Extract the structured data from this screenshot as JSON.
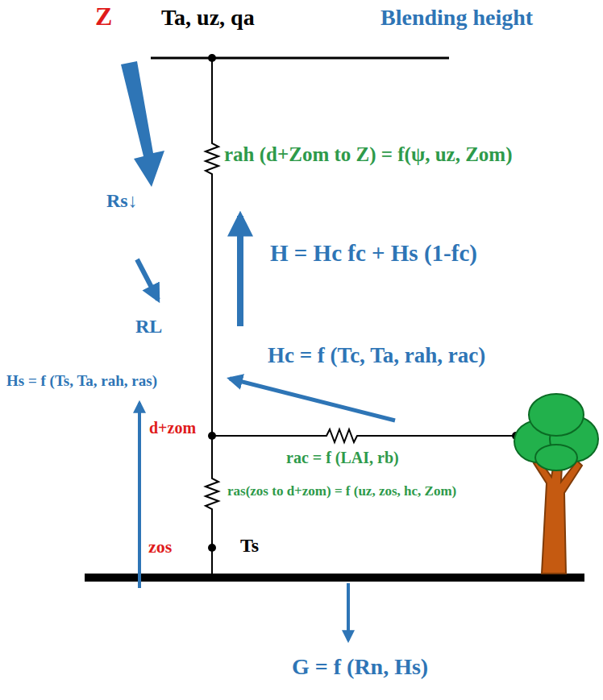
{
  "diagram": {
    "labels": [
      "Z",
      "Ta, uz, qa",
      "Blending height",
      "rah (d+Zom to Z) = f(ψ, uz, Zom)",
      "Rs↓",
      "RL",
      "H = Hc fc + Hs (1-fc)",
      "Hs = f (Ts, Ta, rah, ras)",
      "Hc = f (Tc, Ta, rah, rac)",
      "d+zom",
      "rac = f (LAI, rb)",
      "ras(zos to d+zom) = f (uz, zos, hc, Zom)",
      "zos",
      "Ts",
      "G = f (Rn, Hs)"
    ]
  }
}
